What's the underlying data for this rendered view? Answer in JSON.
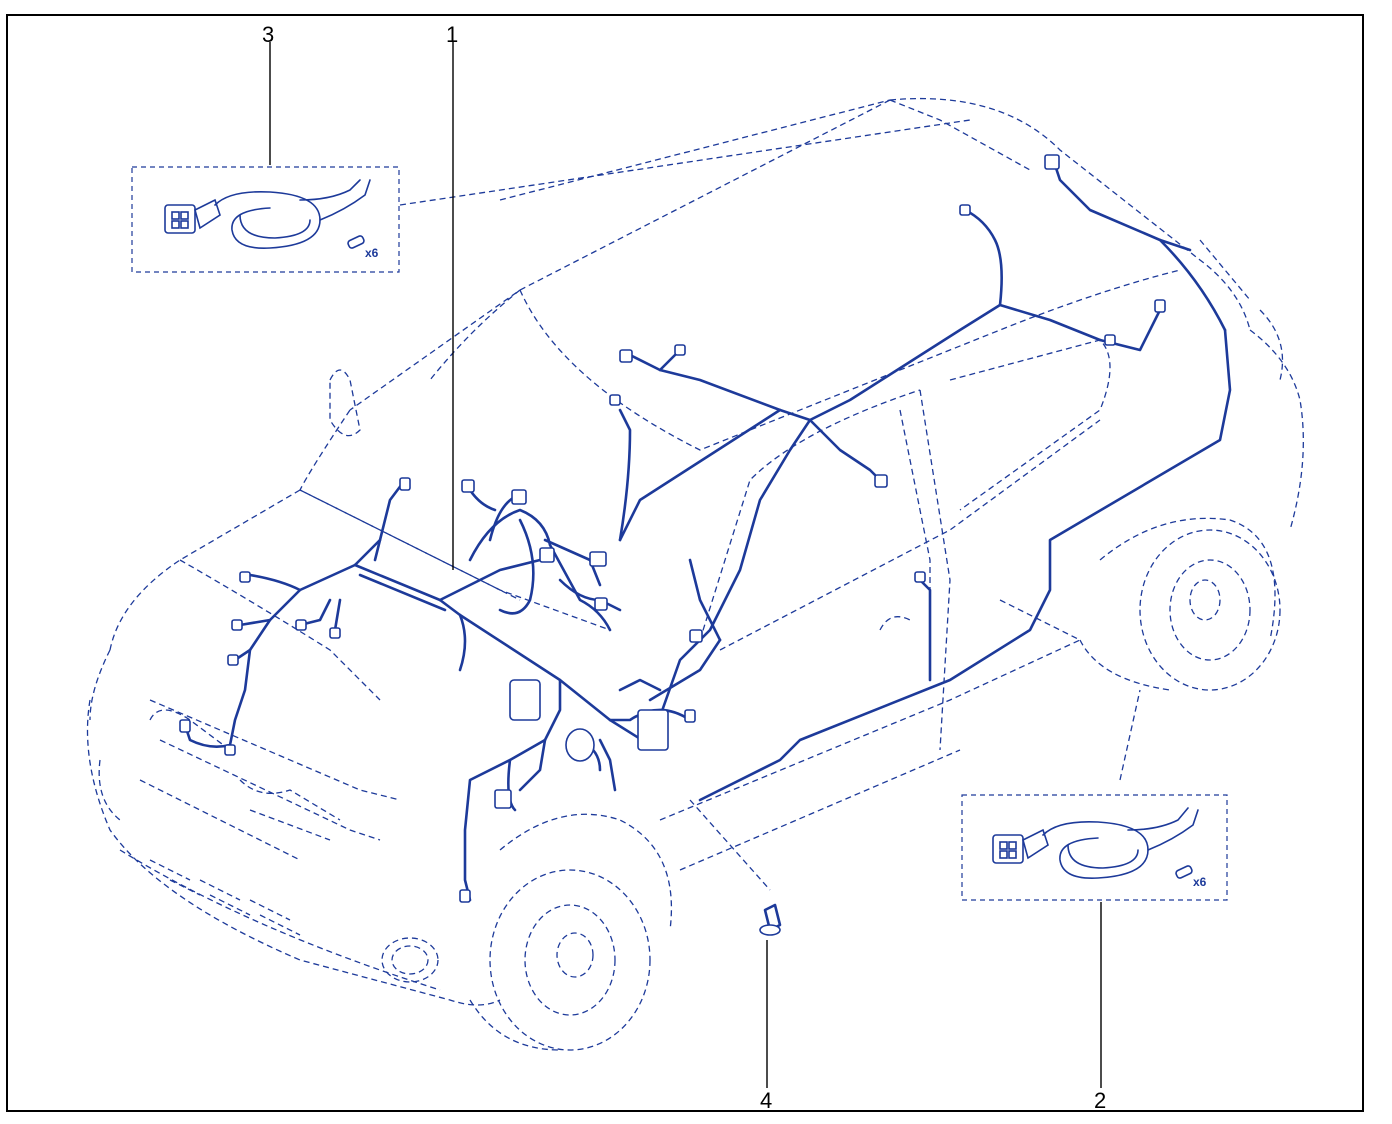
{
  "colors": {
    "line": "#1d3a9a",
    "frame": "#000000",
    "callout": "#000000"
  },
  "callouts": [
    {
      "id": "1",
      "label": "1"
    },
    {
      "id": "2",
      "label": "2"
    },
    {
      "id": "3",
      "label": "3"
    },
    {
      "id": "4",
      "label": "4"
    }
  ],
  "detail_boxes": {
    "box3_qty": "x6",
    "box2_qty": "x6"
  }
}
